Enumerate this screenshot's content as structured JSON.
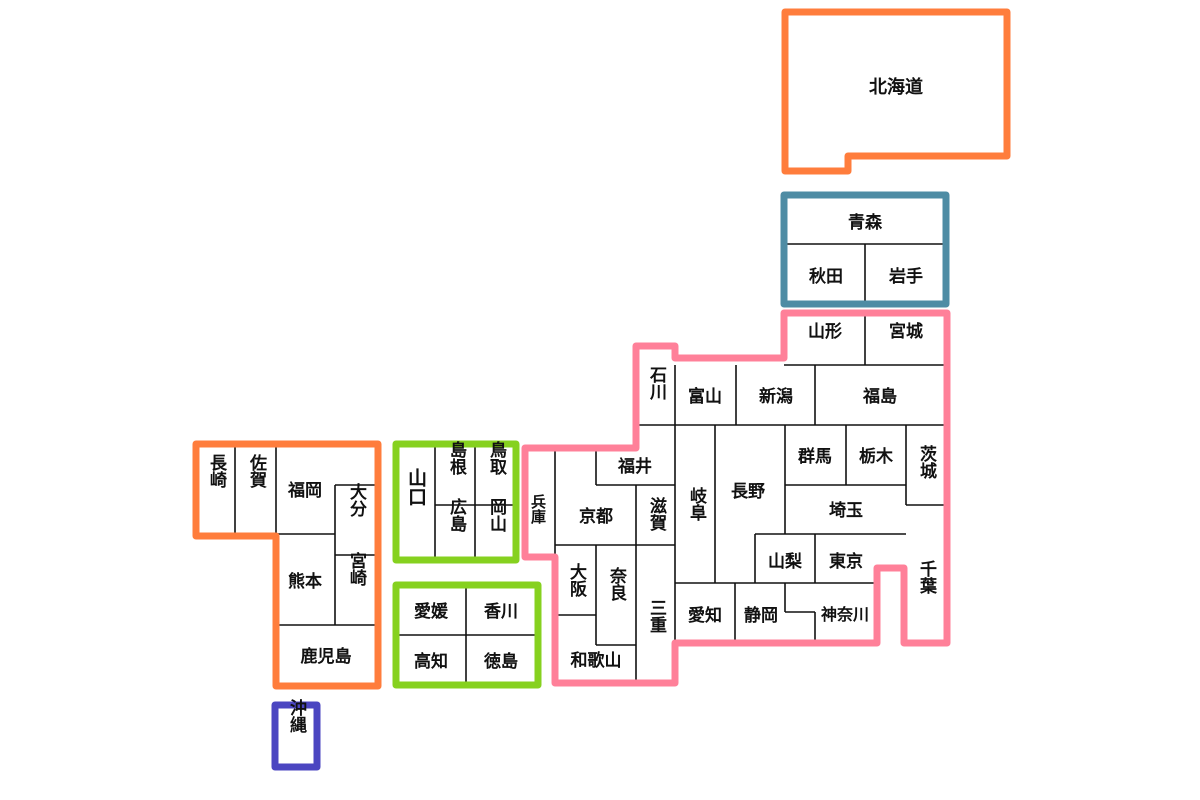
{
  "colors": {
    "hokkaido": "#ff7d3c",
    "tohoku_north": "#4e8ca4",
    "honshu": "#ff8099",
    "chugoku": "#86d11f",
    "shikoku": "#86d11f",
    "kyushu": "#ff7d3c",
    "okinawa": "#4b46c1",
    "inner_line": "#111111"
  },
  "regions": {
    "hokkaido": {
      "name": "北海道"
    },
    "tohoku_north": {
      "prefectures": [
        "青森",
        "秋田",
        "岩手"
      ]
    },
    "honshu": {
      "prefectures": [
        "山形",
        "宮城",
        "石川",
        "富山",
        "新潟",
        "福島",
        "兵庫",
        "福井",
        "群馬",
        "栃木",
        "茨城",
        "京都",
        "滋賀",
        "岐阜",
        "長野",
        "埼玉",
        "大阪",
        "奈良",
        "山梨",
        "東京",
        "千葉",
        "三重",
        "愛知",
        "静岡",
        "神奈川",
        "和歌山"
      ]
    },
    "chugoku": {
      "prefectures": [
        "山口",
        "島根",
        "鳥取",
        "広島",
        "岡山"
      ]
    },
    "shikoku": {
      "prefectures": [
        "愛媛",
        "香川",
        "高知",
        "徳島"
      ]
    },
    "kyushu": {
      "prefectures": [
        "長崎",
        "佐賀",
        "福岡",
        "大分",
        "熊本",
        "宮崎",
        "鹿児島"
      ]
    },
    "okinawa": {
      "name": "沖縄"
    }
  }
}
